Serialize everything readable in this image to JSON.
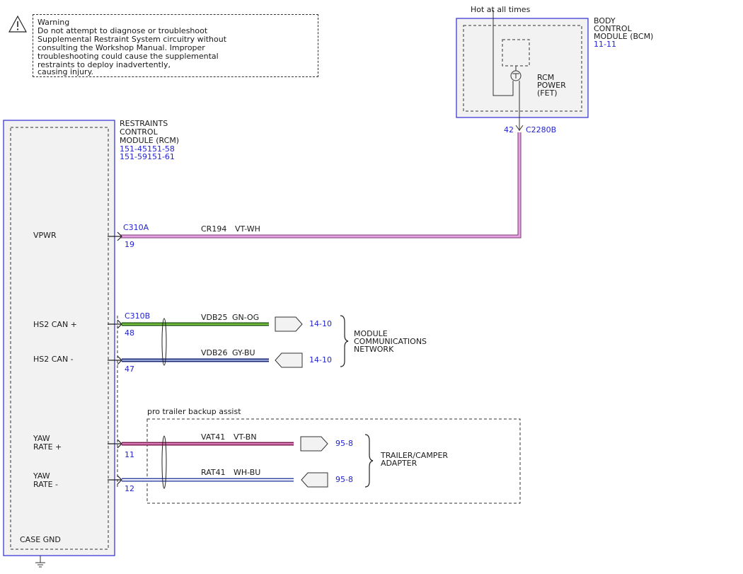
{
  "warning": {
    "title": "Warning",
    "lines": [
      "Do not attempt to diagnose or troubleshoot",
      "Supplemental Restraint System circuitry without",
      "consulting the Workshop Manual. Improper",
      "troubleshooting could cause the supplemental",
      "restraints to deploy inadvertently,",
      "causing injury."
    ]
  },
  "bcm": {
    "note": "Hot at all times",
    "name_lines": [
      "BODY",
      "CONTROL",
      "MODULE (BCM)"
    ],
    "ref": "11-11",
    "fet_lines": [
      "RCM",
      "POWER",
      "(FET)"
    ],
    "pin": "42",
    "connector": "C2280B"
  },
  "rcm": {
    "name_lines": [
      "RESTRAINTS",
      "CONTROL",
      "MODULE (RCM)"
    ],
    "refs": [
      "151-45151-58",
      "151-59151-61"
    ],
    "case_gnd": "CASE GND"
  },
  "circuits": {
    "vpwr": {
      "label": "VPWR",
      "connector": "C310A",
      "pin": "19",
      "circuit": "CR194",
      "color_code": "VT-WH",
      "wire_color": "#d97fd3"
    },
    "hs2_plus": {
      "label": "HS2 CAN +",
      "connector": "C310B",
      "pin": "48",
      "circuit": "VDB25",
      "color_code": "GN-OG",
      "ref": "14-10",
      "wire_color": "#3f9a2a"
    },
    "hs2_minus": {
      "label": "HS2 CAN -",
      "pin": "47",
      "circuit": "VDB26",
      "color_code": "GY-BU",
      "ref": "14-10",
      "wire_color": "#3b4fb8"
    },
    "yaw_plus": {
      "label_lines": [
        "YAW",
        "RATE +"
      ],
      "pin": "11",
      "circuit": "VAT41",
      "color_code": "VT-BN",
      "ref": "95-8",
      "wire_color": "#d9509e"
    },
    "yaw_minus": {
      "label_lines": [
        "YAW",
        "RATE -"
      ],
      "pin": "12",
      "circuit": "RAT41",
      "color_code": "WH-BU",
      "ref": "95-8",
      "wire_color": "#8f9be0"
    }
  },
  "network": {
    "lines": [
      "MODULE",
      "COMMUNICATIONS",
      "NETWORK"
    ]
  },
  "trailer": {
    "option": "pro trailer backup assist",
    "lines": [
      "TRAILER/CAMPER",
      "ADAPTER"
    ]
  }
}
